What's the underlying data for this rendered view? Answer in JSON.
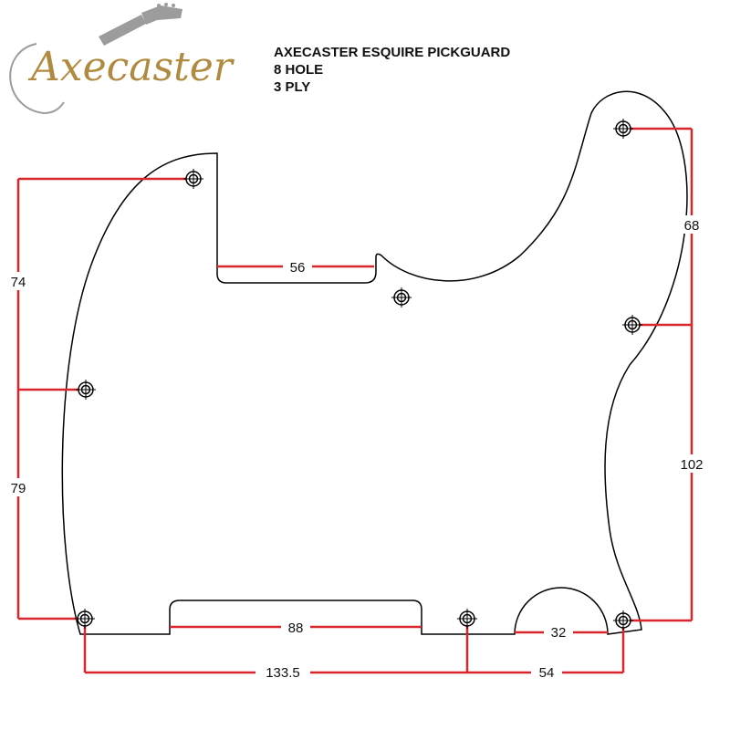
{
  "logo": {
    "text": "Axecaster",
    "color": "#b08a3e",
    "guitar_color": "#9c9c9c",
    "icon": "guitar-icon"
  },
  "header": {
    "title": "AXECASTER ESQUIRE PICKGUARD",
    "line2": "8 HOLE",
    "line3": "3 PLY"
  },
  "colors": {
    "outline": "#000000",
    "dimension": "#d9262c",
    "text": "#111111"
  },
  "dimensions": {
    "neck_pocket_width": "56",
    "left_upper": "74",
    "left_lower": "79",
    "right_upper": "68",
    "right_lower": "102",
    "bottom_slot": "88",
    "bottom_arc": "32",
    "bottom_left": "133.5",
    "bottom_right": "54"
  }
}
